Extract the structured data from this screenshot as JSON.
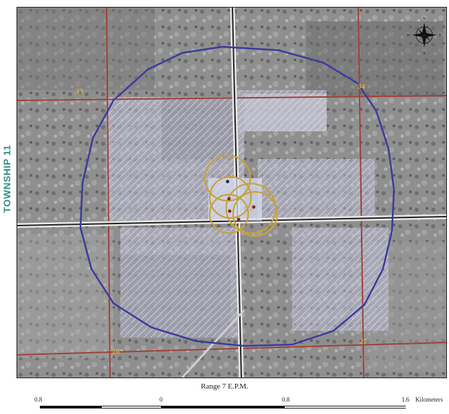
{
  "map": {
    "township_label": "TOWNSHIP 11",
    "section_labels": [
      "33",
      "34",
      "28",
      "27"
    ],
    "range_label": "Range 7 E.P.M.",
    "scale": {
      "ticks": [
        "0.8",
        "0",
        "0.8",
        "1.6"
      ],
      "unit": "Kilometers"
    },
    "north_arrow": {
      "icon": "compass-rose-icon",
      "letters": [
        "N",
        "E",
        "S",
        "W"
      ]
    },
    "colors": {
      "buffer_circle": "#3b3a9e",
      "small_circles": "#c8a23a",
      "section_lines": "#a0403a",
      "section_label": "#d6b43a",
      "hatch_fill": "#c9c9e6",
      "township_text": "#2f8f86"
    }
  }
}
